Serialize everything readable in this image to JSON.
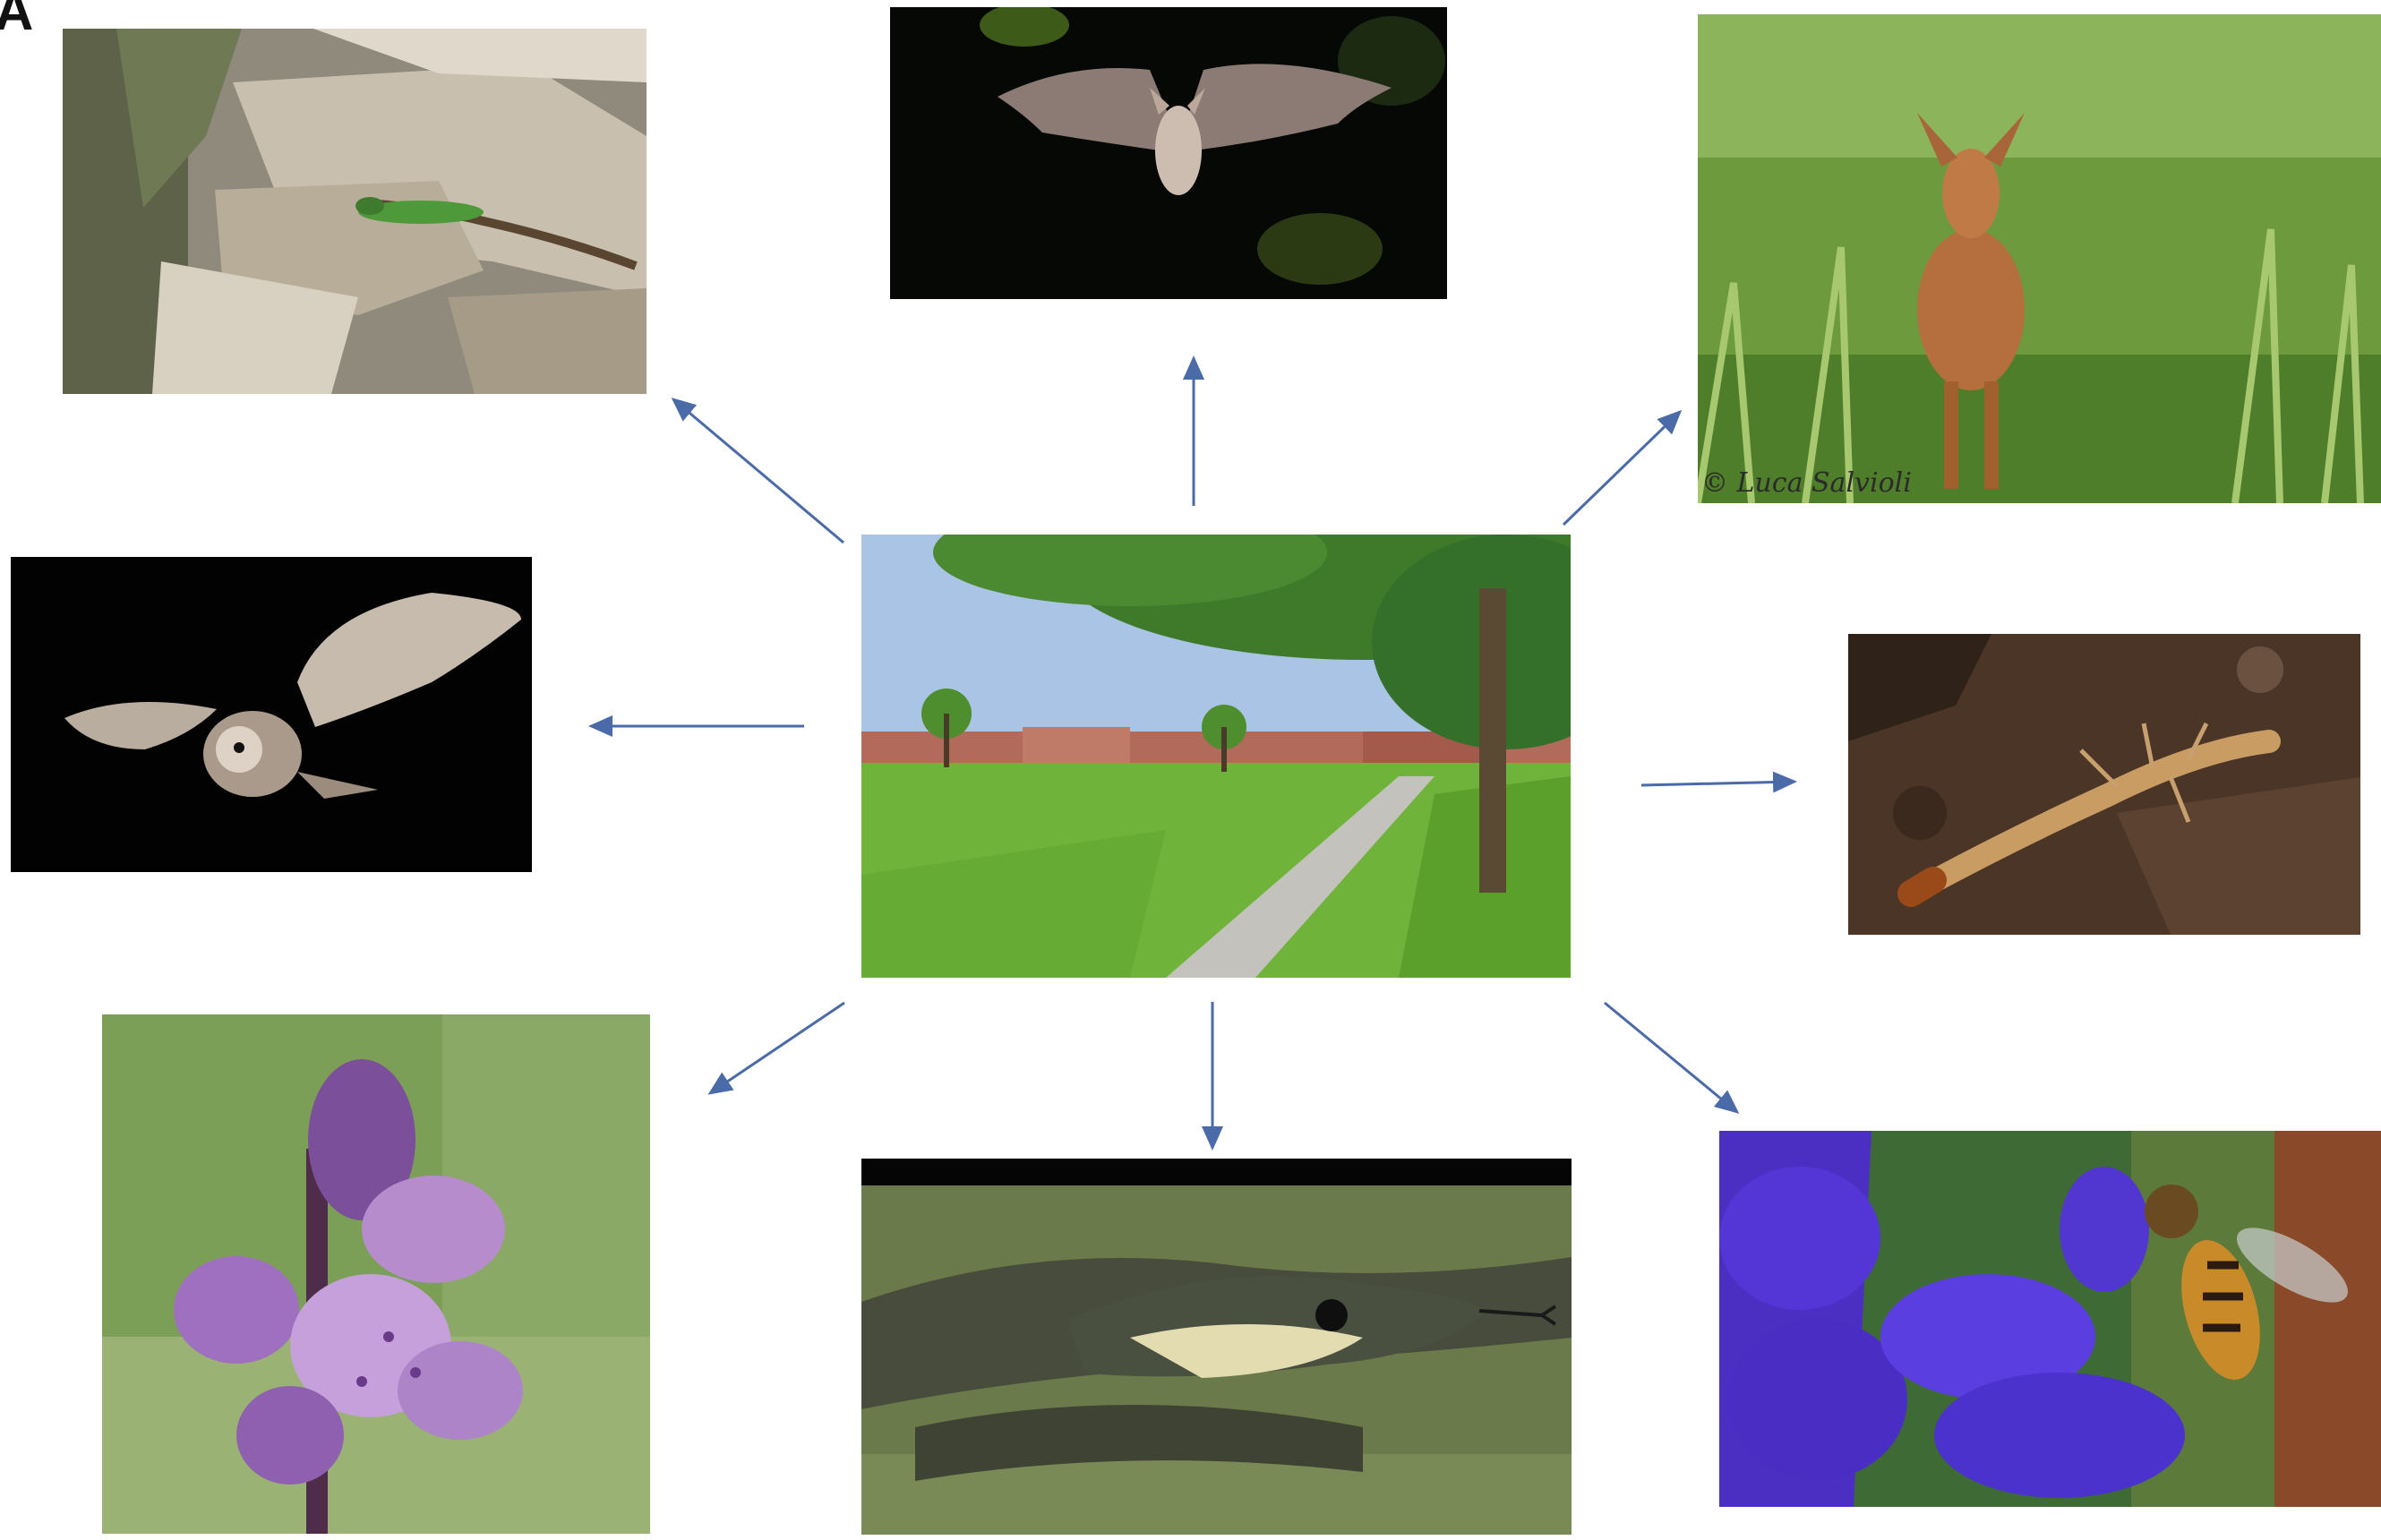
{
  "panel_letter": "A",
  "photo_credit": "© Luca Salvioli",
  "center": {
    "name": "urban-park-photo"
  },
  "organisms": [
    {
      "id": "lizard",
      "name": "lizard-photo"
    },
    {
      "id": "bat",
      "name": "bat-photo"
    },
    {
      "id": "deer",
      "name": "deer-photo"
    },
    {
      "id": "owl",
      "name": "owl-photo"
    },
    {
      "id": "larva",
      "name": "insect-larva-photo"
    },
    {
      "id": "orchid",
      "name": "orchid-photo"
    },
    {
      "id": "snake",
      "name": "snake-photo"
    },
    {
      "id": "bee",
      "name": "bee-on-flower-photo"
    }
  ],
  "colors": {
    "arrow": "#4a6aa8",
    "background": "#ffffff"
  }
}
